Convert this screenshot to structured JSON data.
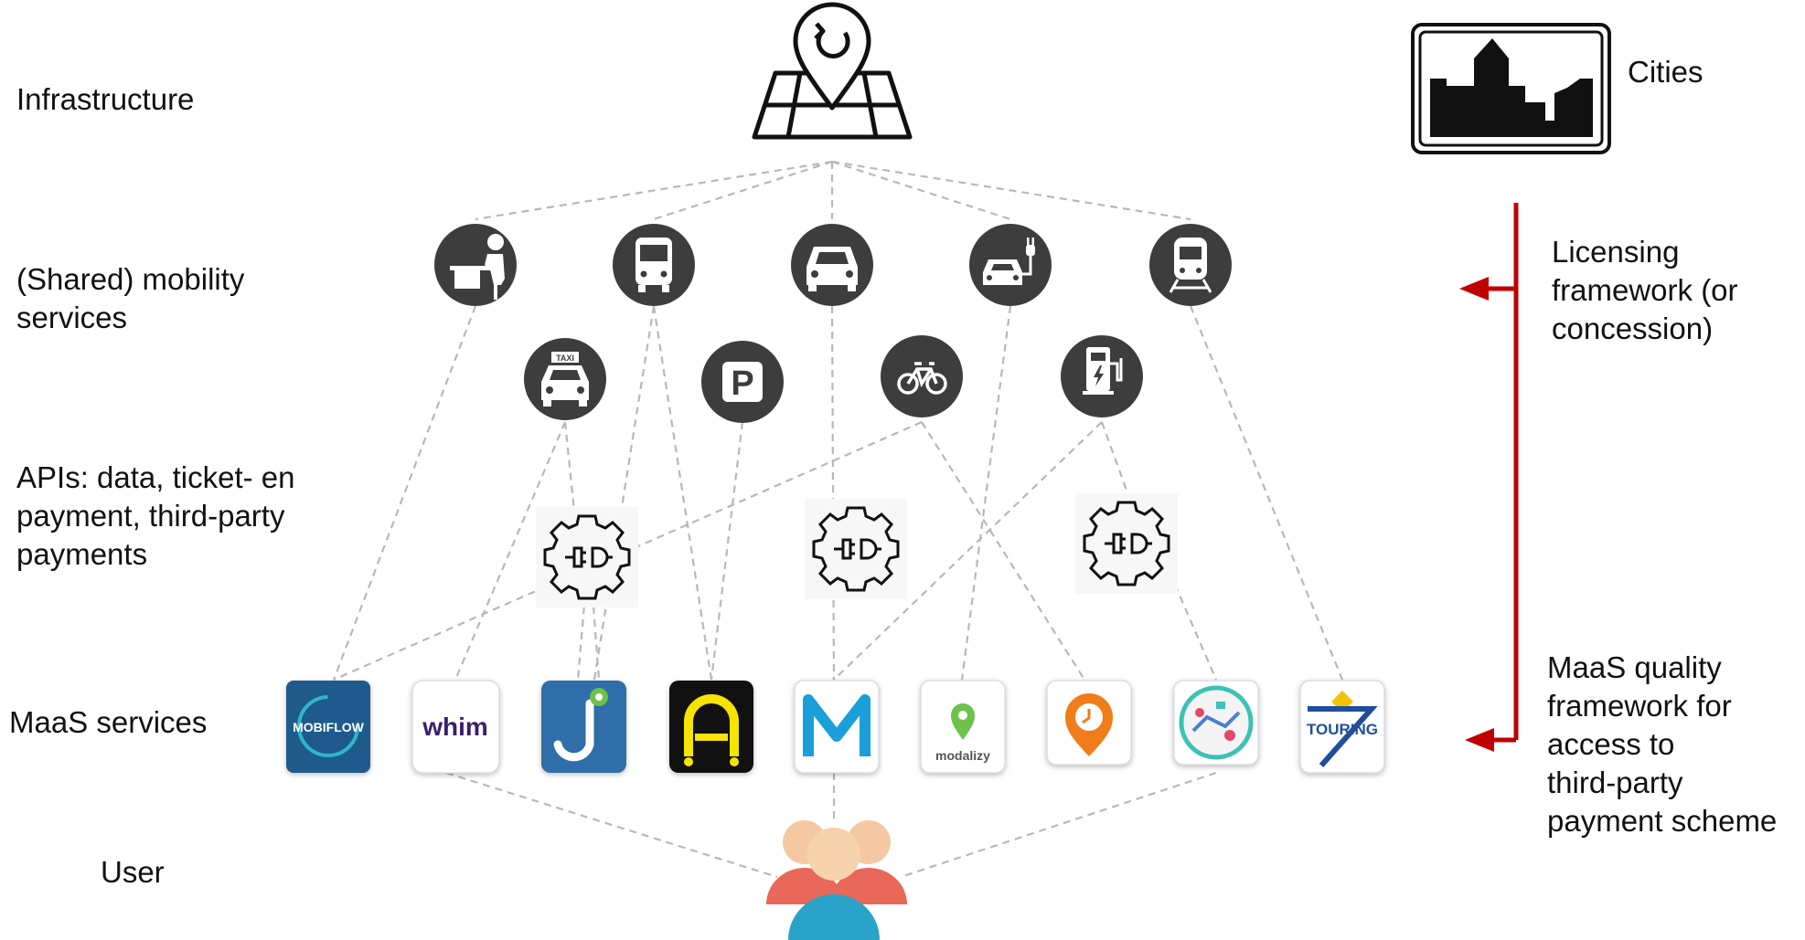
{
  "row_labels": {
    "infrastructure": "Infrastructure",
    "mobility": "(Shared) mobility\nservices",
    "apis": "APIs: data, ticket- en\npayment, third-party\npayments",
    "maas": "MaaS services",
    "user": "User"
  },
  "right_labels": {
    "cities": "Cities",
    "licensing": "Licensing\nframework (or\nconcession)",
    "quality": "MaaS quality\nframework for\naccess to\nthird-party\npayment scheme"
  },
  "app_texts": {
    "mobiflow": "MOBIFLOW",
    "whim": "whim",
    "modalizy": "modalizy",
    "touring": "TOURING",
    "taxi": "TAXI",
    "parking": "P"
  },
  "icons": {
    "infrastructure": "map-pin-refresh-icon",
    "cities": "city-skyline-sign-icon",
    "services": [
      "remote-work-icon",
      "bus-icon",
      "car-icon",
      "electric-car-icon",
      "train-icon",
      "taxi-icon",
      "parking-icon",
      "bicycle-icon",
      "ev-charger-icon"
    ],
    "api": "plug-gear-icon",
    "user": "user-group-icon"
  },
  "colors": {
    "service_circle": "#3d3d3d",
    "framework_arrow": "#c00000",
    "connector": "#b8b8b8"
  }
}
